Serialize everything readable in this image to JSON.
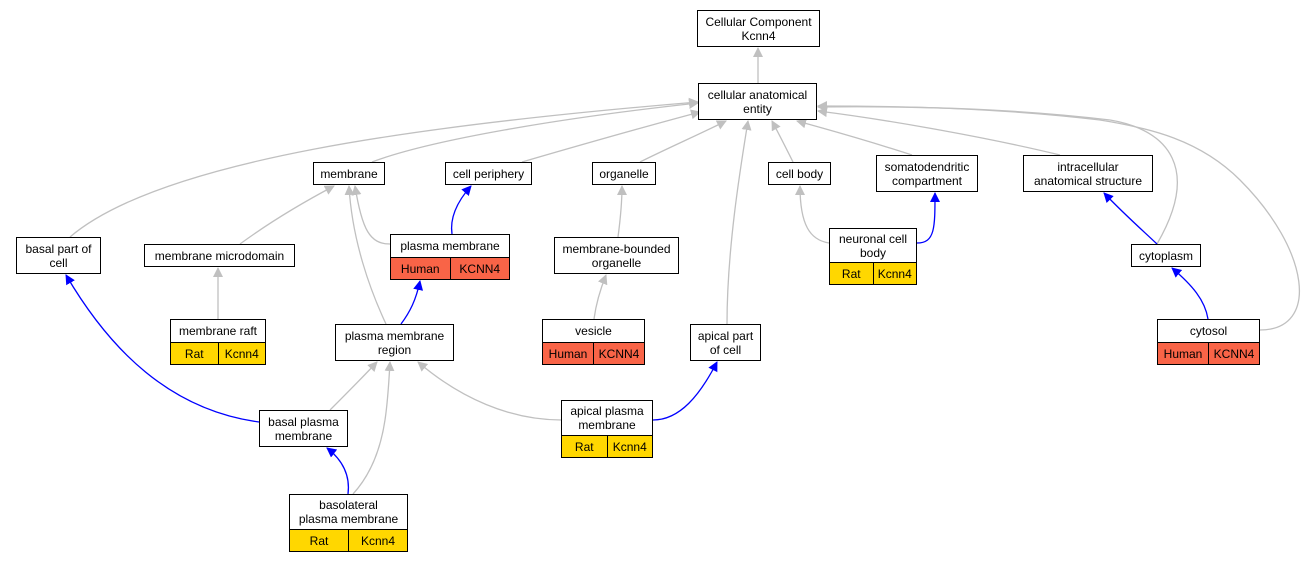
{
  "nodes": {
    "cellular_component": {
      "label": "Cellular Component\nKcnn4"
    },
    "cellular_anatomical_entity": {
      "label": "cellular anatomical\nentity"
    },
    "membrane": {
      "label": "membrane"
    },
    "cell_periphery": {
      "label": "cell periphery"
    },
    "organelle": {
      "label": "organelle"
    },
    "cell_body": {
      "label": "cell body"
    },
    "somatodendritic_compartment": {
      "label": "somatodendritic\ncompartment"
    },
    "intracellular_anatomical_structure": {
      "label": "intracellular\nanatomical structure"
    },
    "basal_part_of_cell": {
      "label": "basal part of\ncell"
    },
    "membrane_microdomain": {
      "label": "membrane microdomain"
    },
    "plasma_membrane": {
      "label": "plasma membrane",
      "species": "Human",
      "gene": "KCNN4"
    },
    "membrane_bounded_organelle": {
      "label": "membrane-bounded\norganelle"
    },
    "neuronal_cell_body": {
      "label": "neuronal cell\nbody",
      "species": "Rat",
      "gene": "Kcnn4"
    },
    "cytoplasm": {
      "label": "cytoplasm"
    },
    "membrane_raft": {
      "label": "membrane raft",
      "species": "Rat",
      "gene": "Kcnn4"
    },
    "plasma_membrane_region": {
      "label": "plasma membrane\nregion"
    },
    "vesicle": {
      "label": "vesicle",
      "species": "Human",
      "gene": "KCNN4"
    },
    "apical_part_of_cell": {
      "label": "apical part\nof cell"
    },
    "cytosol": {
      "label": "cytosol",
      "species": "Human",
      "gene": "KCNN4"
    },
    "basal_plasma_membrane": {
      "label": "basal plasma\nmembrane"
    },
    "apical_plasma_membrane": {
      "label": "apical plasma\nmembrane",
      "species": "Rat",
      "gene": "Kcnn4"
    },
    "basolateral_plasma_membrane": {
      "label": "basolateral\nplasma membrane",
      "species": "Rat",
      "gene": "Kcnn4"
    }
  },
  "edges": [
    {
      "from": "cellular_anatomical_entity",
      "to": "cellular_component",
      "type": "is_a"
    },
    {
      "from": "membrane",
      "to": "cellular_anatomical_entity",
      "type": "is_a"
    },
    {
      "from": "cell_periphery",
      "to": "cellular_anatomical_entity",
      "type": "is_a"
    },
    {
      "from": "organelle",
      "to": "cellular_anatomical_entity",
      "type": "is_a"
    },
    {
      "from": "cell_body",
      "to": "cellular_anatomical_entity",
      "type": "is_a"
    },
    {
      "from": "somatodendritic_compartment",
      "to": "cellular_anatomical_entity",
      "type": "is_a"
    },
    {
      "from": "intracellular_anatomical_structure",
      "to": "cellular_anatomical_entity",
      "type": "is_a"
    },
    {
      "from": "basal_part_of_cell",
      "to": "cellular_anatomical_entity",
      "type": "is_a"
    },
    {
      "from": "apical_part_of_cell",
      "to": "cellular_anatomical_entity",
      "type": "is_a"
    },
    {
      "from": "cytoplasm",
      "to": "cellular_anatomical_entity",
      "type": "is_a"
    },
    {
      "from": "cytosol",
      "to": "cellular_anatomical_entity",
      "type": "is_a"
    },
    {
      "from": "membrane_microdomain",
      "to": "membrane",
      "type": "is_a"
    },
    {
      "from": "plasma_membrane",
      "to": "membrane",
      "type": "is_a"
    },
    {
      "from": "plasma_membrane_region",
      "to": "membrane",
      "type": "is_a"
    },
    {
      "from": "plasma_membrane",
      "to": "cell_periphery",
      "type": "part_of"
    },
    {
      "from": "membrane_bounded_organelle",
      "to": "organelle",
      "type": "is_a"
    },
    {
      "from": "neuronal_cell_body",
      "to": "cell_body",
      "type": "is_a"
    },
    {
      "from": "neuronal_cell_body",
      "to": "somatodendritic_compartment",
      "type": "part_of"
    },
    {
      "from": "cytoplasm",
      "to": "intracellular_anatomical_structure",
      "type": "part_of"
    },
    {
      "from": "membrane_raft",
      "to": "membrane_microdomain",
      "type": "is_a"
    },
    {
      "from": "plasma_membrane_region",
      "to": "plasma_membrane",
      "type": "part_of"
    },
    {
      "from": "vesicle",
      "to": "membrane_bounded_organelle",
      "type": "is_a"
    },
    {
      "from": "cytosol",
      "to": "cytoplasm",
      "type": "part_of"
    },
    {
      "from": "basal_plasma_membrane",
      "to": "plasma_membrane_region",
      "type": "is_a"
    },
    {
      "from": "basal_plasma_membrane",
      "to": "basal_part_of_cell",
      "type": "part_of"
    },
    {
      "from": "apical_plasma_membrane",
      "to": "plasma_membrane_region",
      "type": "is_a"
    },
    {
      "from": "apical_plasma_membrane",
      "to": "apical_part_of_cell",
      "type": "part_of"
    },
    {
      "from": "basolateral_plasma_membrane",
      "to": "basal_plasma_membrane",
      "type": "part_of"
    },
    {
      "from": "basolateral_plasma_membrane",
      "to": "plasma_membrane_region",
      "type": "is_a"
    }
  ],
  "colors": {
    "is_a": "#c0c0c0",
    "part_of": "#0000ff",
    "Human": "#f96447",
    "Rat": "#ffd700"
  }
}
